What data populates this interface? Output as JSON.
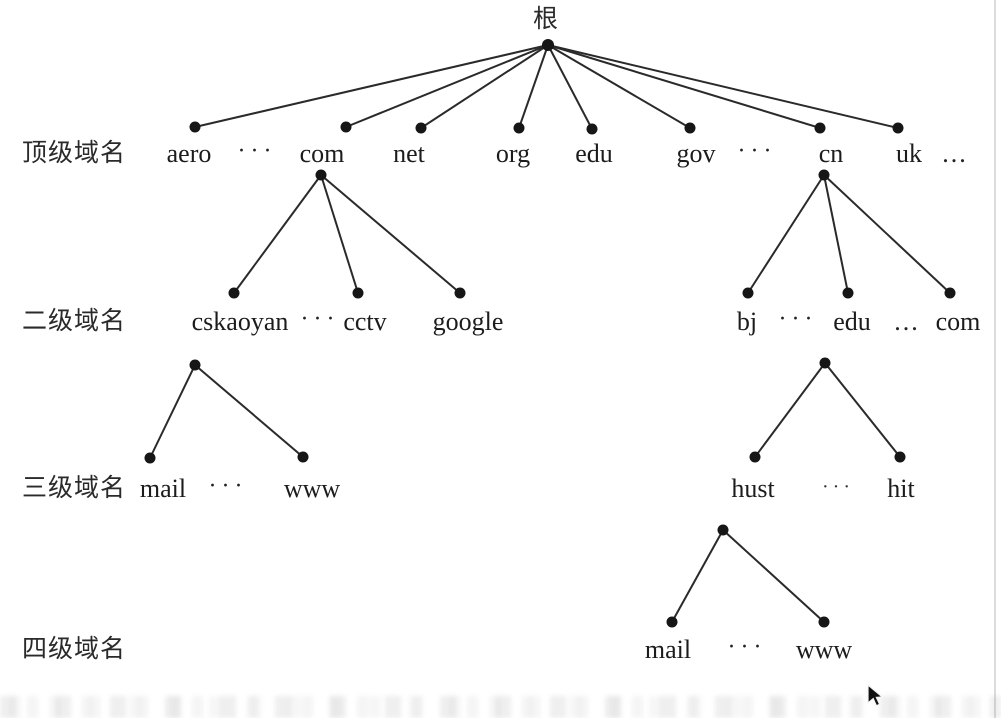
{
  "diagram": {
    "title_hint": "DNS domain name hierarchy tree",
    "root_label": "根",
    "row_labels": {
      "level1": "顶级域名",
      "level2": "二级域名",
      "level3": "三级域名",
      "level4": "四级域名"
    },
    "rows": {
      "top": [
        "aero",
        "···",
        "com",
        "net",
        "org",
        "edu",
        "gov",
        "···",
        "cn",
        "uk",
        "..."
      ],
      "second_left": [
        "cskaoyan",
        "···",
        "cctv",
        "google"
      ],
      "second_right": [
        "bj",
        "···",
        "edu",
        "...",
        "com"
      ],
      "third_left": [
        "mail",
        "···",
        "www"
      ],
      "third_right": [
        "hust",
        "···",
        "hit"
      ],
      "fourth": [
        "mail",
        "···",
        "www"
      ]
    },
    "colors": {
      "node_dot": "#161616",
      "edge_line": "#2a2a2a",
      "text": "#1c1c1c",
      "background": "#ffffff"
    }
  }
}
